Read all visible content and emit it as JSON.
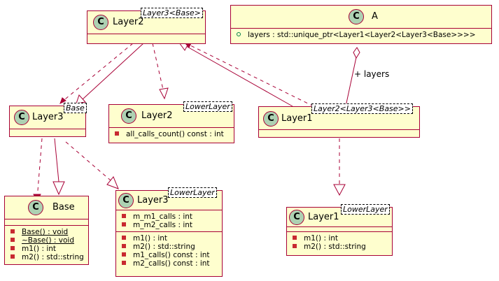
{
  "classes": {
    "layer2_top": {
      "name": "Layer2",
      "tparam": "Layer3<Base>"
    },
    "a": {
      "name": "A",
      "stereo": "C",
      "fields": [
        "layers : std::unique_ptr<Layer1<Layer2<Layer3<Base>>>>"
      ]
    },
    "layer3_base": {
      "name": "Layer3",
      "tparam": "Base"
    },
    "layer2_lower": {
      "name": "Layer2",
      "tparam": "LowerLayer",
      "methods": [
        "all_calls_count() const : int"
      ]
    },
    "layer1_mid": {
      "name": "Layer1",
      "tparam": "Layer2<Layer3<Base>>"
    },
    "base": {
      "name": "Base",
      "methods": [
        "Base() : void",
        "~Base() : void",
        "m1() : int",
        "m2() : std::string"
      ]
    },
    "layer3_lower": {
      "name": "Layer3",
      "tparam": "LowerLayer",
      "fields": [
        "m_m1_calls : int",
        "m_m2_calls : int"
      ],
      "methods": [
        "m1() : int",
        "m2() : std::string",
        "m1_calls() const : int",
        "m2_calls() const : int"
      ]
    },
    "layer1_lower": {
      "name": "Layer1",
      "tparam": "LowerLayer",
      "methods": [
        "m1() : int",
        "m2() : std::string"
      ]
    }
  },
  "stereo_letter": "C",
  "edge_labels": {
    "layers": "+ layers"
  },
  "colors": {
    "class_fill": "#FEFECE",
    "border": "#A80036",
    "stereo_circle": "#ADD1B2",
    "private_marker": "#C82930",
    "public_marker": "#038048"
  }
}
